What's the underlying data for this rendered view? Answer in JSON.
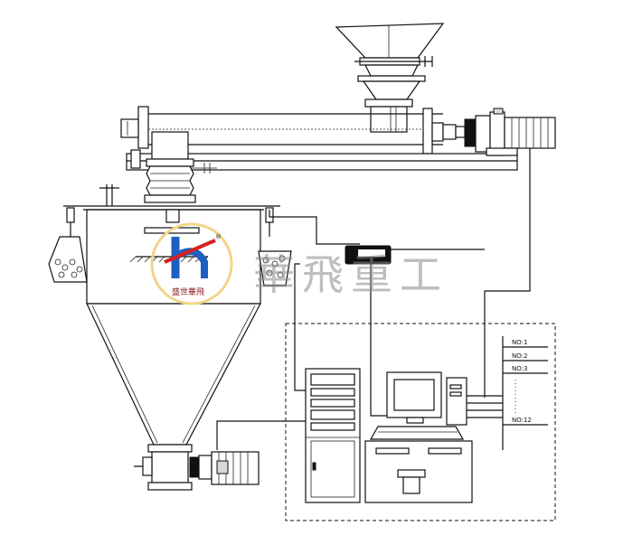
{
  "brand": {
    "company_text": "華飛重工",
    "seal_text": "盛世華飛",
    "logo_letter": "h",
    "registered_mark": "®",
    "logo_colors": {
      "blue": "#1d5fbf",
      "red": "#d42020",
      "ring": "#f2d48a"
    }
  },
  "control_panel": {
    "channels": [
      {
        "label": "NO:1"
      },
      {
        "label": "NO:2"
      },
      {
        "label": "NO:3"
      },
      {
        "label": "NO:12"
      }
    ]
  }
}
